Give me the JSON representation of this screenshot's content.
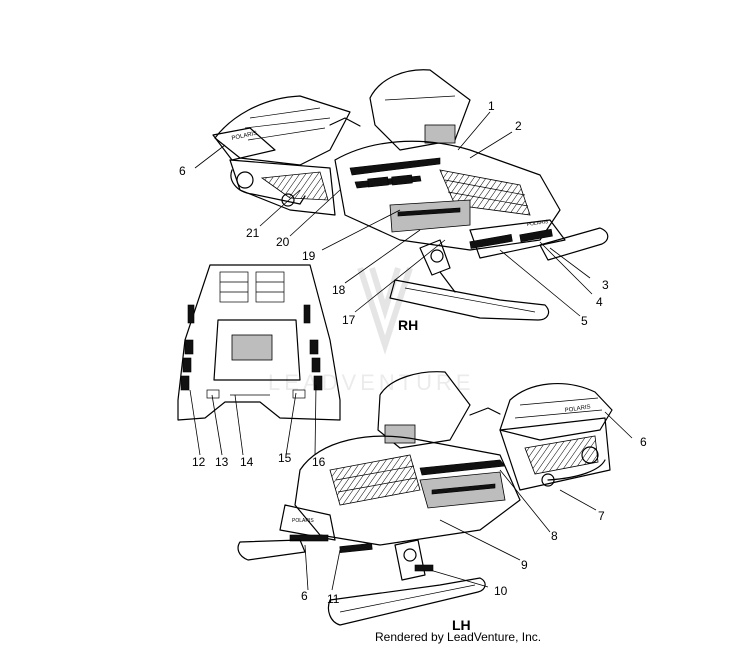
{
  "diagram": {
    "view_labels": {
      "rh": "RH",
      "lh": "LH"
    },
    "watermark": "LEADVENTURE",
    "credit": "Rendered by LeadVenture, Inc.",
    "callouts": {
      "c1": "1",
      "c2": "2",
      "c3": "3",
      "c4": "4",
      "c5": "5",
      "c6a": "6",
      "c6b": "6",
      "c6c": "6",
      "c7": "7",
      "c8": "8",
      "c9": "9",
      "c10": "10",
      "c11": "11",
      "c12": "12",
      "c13": "13",
      "c14": "14",
      "c15": "15",
      "c16": "16",
      "c17": "17",
      "c18": "18",
      "c19": "19",
      "c20": "20",
      "c21": "21"
    }
  }
}
